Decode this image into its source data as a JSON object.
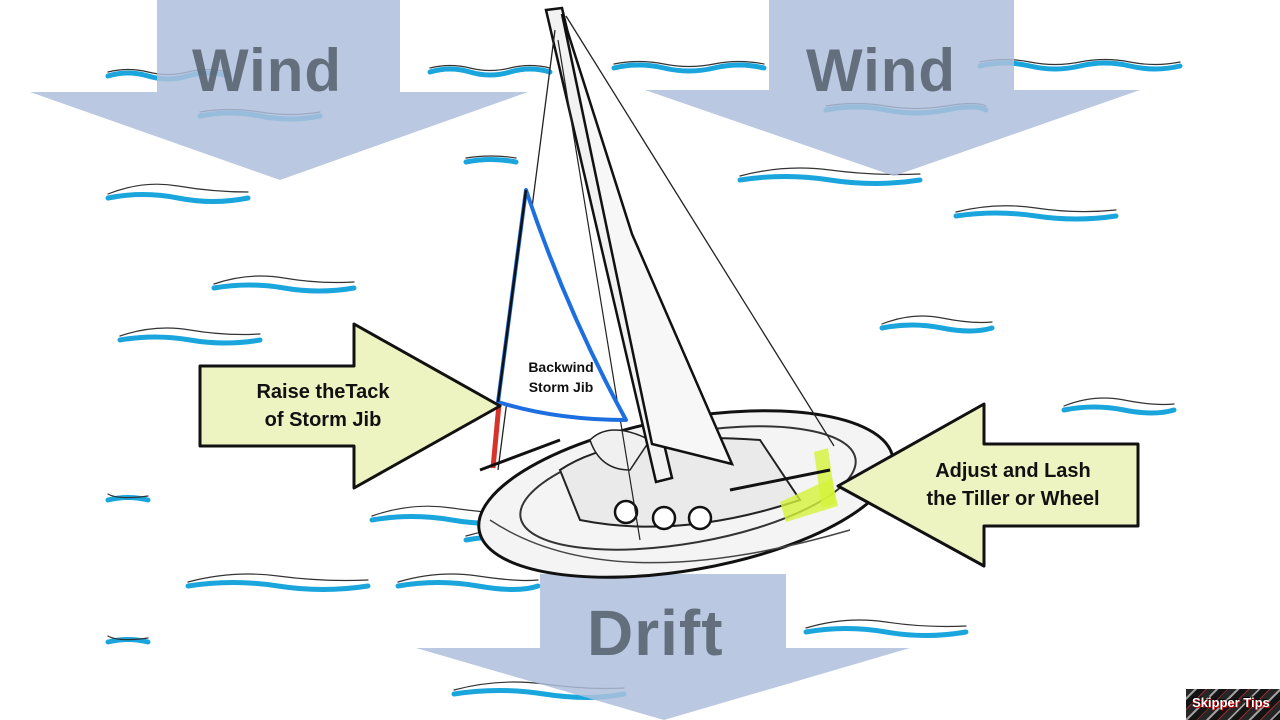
{
  "labels": {
    "wind_left": "Wind",
    "wind_right": "Wind",
    "drift": "Drift",
    "raise_tack_line1": "Raise theTack",
    "raise_tack_line2": "of Storm Jib",
    "adjust_line1": "Adjust and Lash",
    "adjust_line2": "the Tiller or Wheel",
    "sail_line1": "Backwind",
    "sail_line2": "Storm Jib"
  },
  "logo": {
    "text": "Skipper Tips"
  },
  "colors": {
    "big_arrow": "#aebfdc",
    "callout_fill": "#eef3c2",
    "callout_stroke": "#111111",
    "water": "#1aa6dc",
    "sail_edge": "#1d6fe0",
    "tack_line": "#d8332a",
    "tiller_highlight": "#d4f23a"
  }
}
